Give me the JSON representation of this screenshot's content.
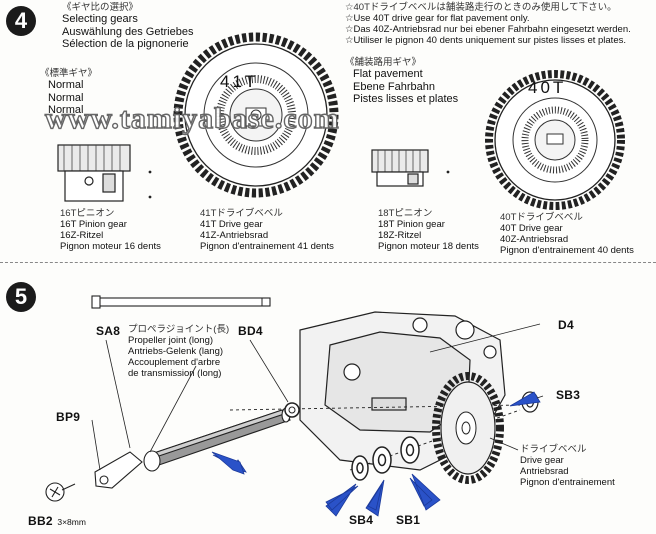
{
  "step4": {
    "number": "4",
    "title_jp": "《ギヤ比の選択》",
    "title_en": "Selecting gears",
    "title_de": "Auswählung des Getriebes",
    "title_fr": "Sélection de la pignonerie",
    "normal": {
      "label_jp": "《標準ギヤ》",
      "lines": [
        "Normal",
        "Normal",
        "Normal"
      ]
    },
    "notes": [
      "☆40Tドライブベベルは舗装路走行のときのみ使用して下さい。",
      "☆Use 40T drive gear for flat pavement only.",
      "☆Das 40Z-Antriebsrad nur bei ebener Fahrbahn eingesetzt werden.",
      "☆Utiliser le pignon 40 dents uniquement sur pistes lisses et plates."
    ],
    "flat": {
      "label_jp": "《舗装路用ギヤ》",
      "lines": [
        "Flat pavement",
        "Ebene Fahrbahn",
        "Pistes lisses et plates"
      ]
    },
    "gear41_label": "41T",
    "gear40_label": "40T",
    "parts": [
      {
        "jp": "16Tピニオン",
        "lines": [
          "16T Pinion gear",
          "16Z-Ritzel",
          "Pignon moteur 16 dents"
        ]
      },
      {
        "jp": "41Tドライブベベル",
        "lines": [
          "41T Drive gear",
          "41Z-Antriebsrad",
          "Pignon d'entrainement 41 dents"
        ]
      },
      {
        "jp": "18Tピニオン",
        "lines": [
          "18T Pinion gear",
          "18Z-Ritzel",
          "Pignon moteur 18 dents"
        ]
      },
      {
        "jp": "40Tドライブベベル",
        "lines": [
          "40T Drive gear",
          "40Z-Antriebsrad",
          "Pignon d'entrainement 40 dents"
        ]
      }
    ]
  },
  "watermark": "www.tamiyabase.com",
  "step5": {
    "number": "5",
    "codes": {
      "sa8": "SA8",
      "bd4": "BD4",
      "d4": "D4",
      "sb3": "SB3",
      "bp9": "BP9",
      "sb4": "SB4",
      "sb1": "SB1",
      "bb2": "BB2",
      "bb2_size": "3×8mm"
    },
    "propeller": {
      "jp": "プロペラジョイント(長)",
      "lines": [
        "Propeller joint (long)",
        "Antriebs-Gelenk (lang)",
        "Accouplement d'arbre",
        "de transmission (long)"
      ]
    },
    "drive_gear": {
      "jp": "ドライブベベル",
      "lines": [
        "Drive gear",
        "Antriebsrad",
        "Pignon d'entrainement"
      ]
    }
  }
}
